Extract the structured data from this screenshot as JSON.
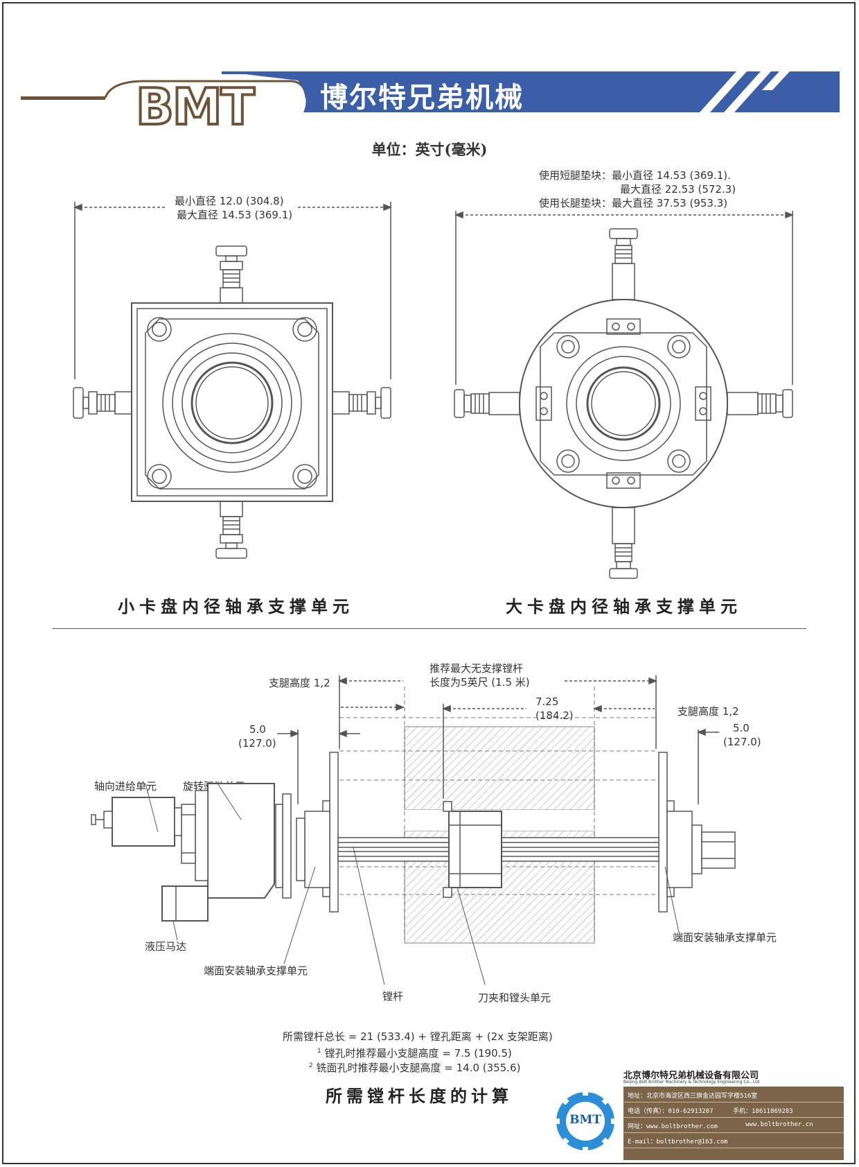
{
  "header": {
    "logo_text": "BMT",
    "company_title": "博尔特兄弟机械",
    "colors": {
      "banner_blue": "#3a5ea8",
      "logo_brown": "#6e5436",
      "info_brown": "#7b6447"
    }
  },
  "unit_label": "单位：英寸(毫米)",
  "small_unit": {
    "min_dia": "最小直径  12.0 (304.8)",
    "max_dia": "最大直径  14.53 (369.1)",
    "caption": "小卡盘内径轴承支撑单元"
  },
  "large_unit": {
    "short_leg_1": "使用短腿垫块：最小直径 14.53 (369.1).",
    "short_leg_2": "最大直径 22.53 (572.3)",
    "long_leg": "使用长腿垫块：最大直径 37.53 (953.3)",
    "caption": "大卡盘内径轴承支撑单元"
  },
  "bottom_diagram": {
    "max_bar_1": "推荐最大无支撑镗杆",
    "max_bar_2": "长度为5英尺 (1.5 米)",
    "leg_height_left": "支腿高度 1,2",
    "leg_height_right": "支腿高度 1,2",
    "dim_725": "7.25",
    "dim_1842": "(184.2)",
    "dim_50_left": "5.0",
    "dim_1270_left": "(127.0)",
    "dim_50_right": "5.0",
    "dim_1270_right": "(127.0)",
    "axial_feed": "轴向进给单元",
    "rotary_drive": "旋转驱动单元",
    "hydraulic_motor": "液压马达",
    "face_bearing_left": "端面安装轴承支撑单元",
    "face_bearing_right": "端面安装轴承支撑单元",
    "boring_bar": "镗杆",
    "tool_holder": "刀夹和镗头单元"
  },
  "formula": {
    "line1": "所需镗杆总长 = 21 (533.4) + 镗孔距离 + (2x 支架距离)",
    "line2_sup": "1",
    "line2": " 镗孔时推荐最小支腿高度 = 7.5 (190.5)",
    "line3_sup": "2",
    "line3": " 铣面孔时推荐最小支腿高度 = 14.0 (355.6)",
    "caption": "所需镗杆长度的计算"
  },
  "footer": {
    "logo_text": "BMT",
    "company_cn": "北京博尔特兄弟机械设备有限公司",
    "company_en": "Beijing Bolt Brother Machinery & Technology Engineering Co., Ltd",
    "address": "地址：北京市海淀区西三旗金达园写字楼516室",
    "phone": "电话（传真）：010-62913207",
    "mobile": "手机：18611869283",
    "web_label": "网址：www.boltbrother.com",
    "web2": "www.boltbrother.cn",
    "email": "E-mail：boltbrother@163.com"
  }
}
